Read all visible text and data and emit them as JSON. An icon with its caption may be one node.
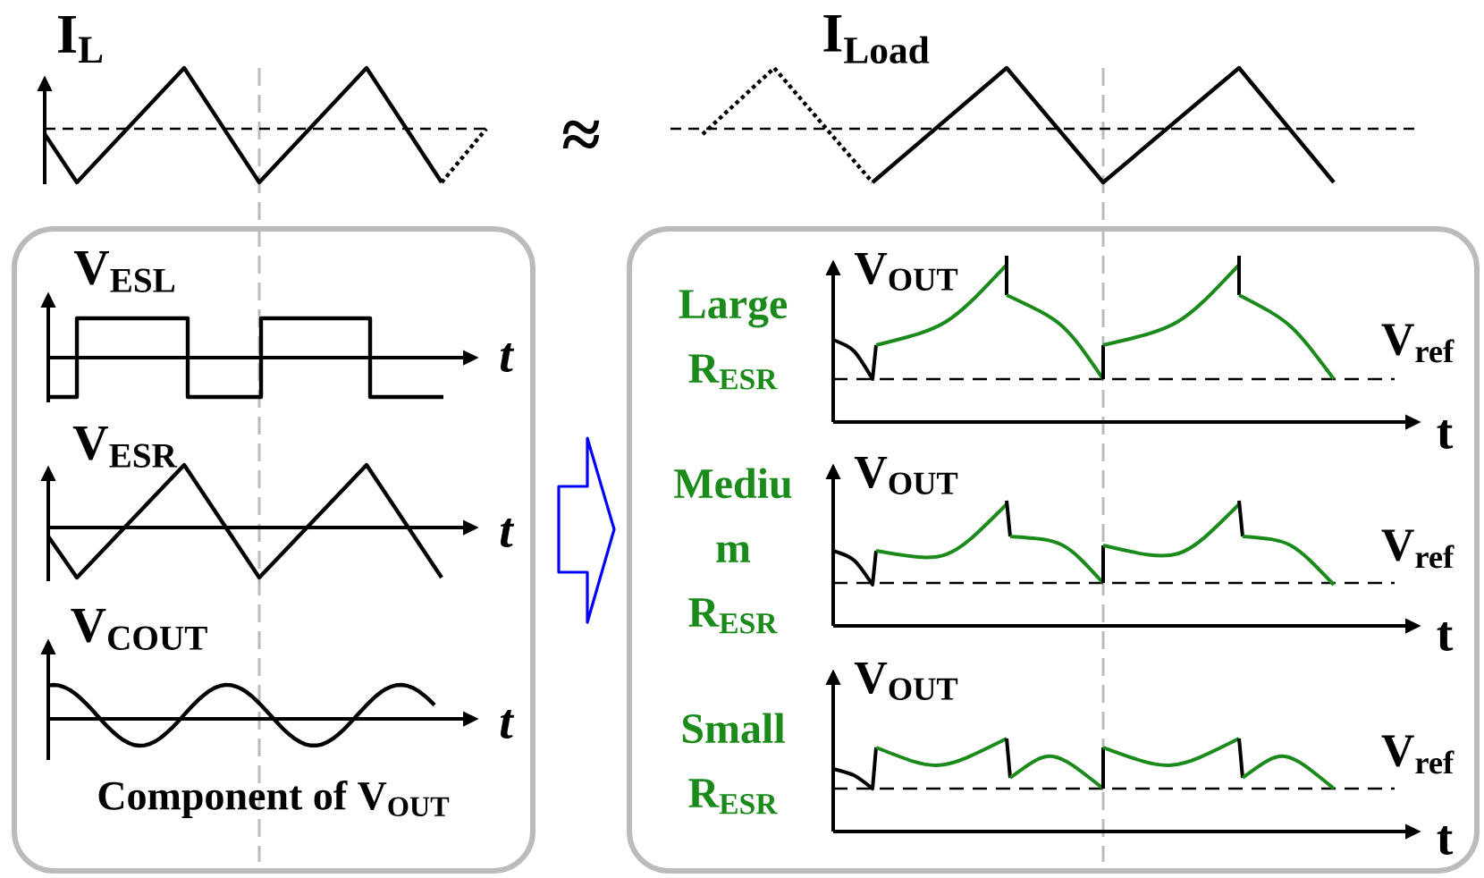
{
  "diagram": {
    "nodes": [
      {
        "text": [
          "Component of V$_{OUT}$"
        ]
      },
      {
        "text": [
          "Large R$_{ESR}$",
          "Mediu m R$_{ESR}$",
          "Small R$_{ESR}$"
        ]
      }
    ],
    "edges": [
      {
        "from": 0,
        "to": 1,
        "arrow": "to"
      }
    ],
    "labels": [
      "I$_{L}$",
      "≈",
      "I$_{Load}$",
      "V$_{ESL}$",
      "t",
      "V$_{ESR}$",
      "t",
      "V$_{COUT}$",
      "t",
      "V$_{OUT}$",
      "V$_{ref}$",
      "t",
      "V$_{OUT}$",
      "V$_{ref}$",
      "t",
      "V$_{OUT}$",
      "V$_{ref}$",
      "t"
    ]
  }
}
